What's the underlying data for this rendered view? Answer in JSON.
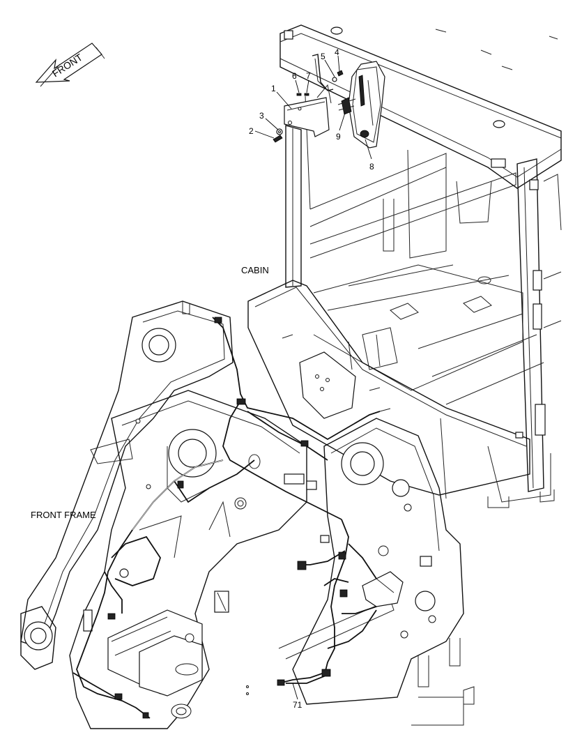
{
  "direction": {
    "text": "FRONT",
    "icon": "front-arrow-icon"
  },
  "labels": {
    "cabin": "CABIN",
    "front_frame": "FRONT FRAME"
  },
  "callouts": [
    "1",
    "2",
    "3",
    "4",
    "5",
    "6",
    "7",
    "8",
    "9",
    "71"
  ]
}
